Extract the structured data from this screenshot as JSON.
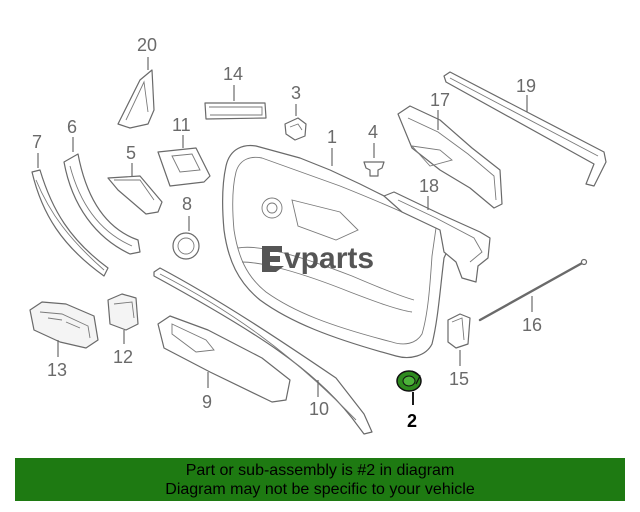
{
  "callouts": {
    "c1": "1",
    "c2": "2",
    "c3": "3",
    "c4": "4",
    "c5": "5",
    "c6": "6",
    "c7": "7",
    "c8": "8",
    "c9": "9",
    "c10": "10",
    "c11": "11",
    "c12": "12",
    "c13": "13",
    "c14": "14",
    "c15": "15",
    "c16": "16",
    "c17": "17",
    "c18": "18",
    "c19": "19",
    "c20": "20"
  },
  "highlighted_part": "2",
  "logo": {
    "text": "evparts"
  },
  "banner": {
    "line1": "Part or sub-assembly is #2 in diagram",
    "line2": "Diagram may not be specific to your vehicle"
  },
  "colors": {
    "banner_bg": "#1e7a12",
    "highlight_part": "#2e8b1e",
    "line_art": "#6a6a6a"
  }
}
